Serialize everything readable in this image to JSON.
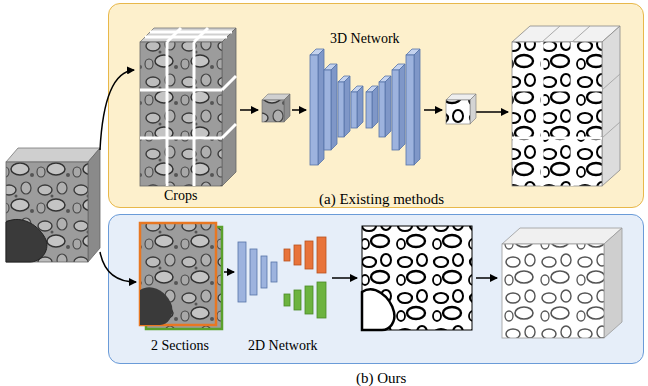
{
  "diagram": {
    "nodes": [
      {
        "text": [
          "(a) Existing methods"
        ]
      },
      {
        "text": [
          "(b) Ours"
        ]
      }
    ],
    "labels": [
      "Crops",
      "3D Network",
      "2 Sections",
      "2D Network"
    ]
  }
}
